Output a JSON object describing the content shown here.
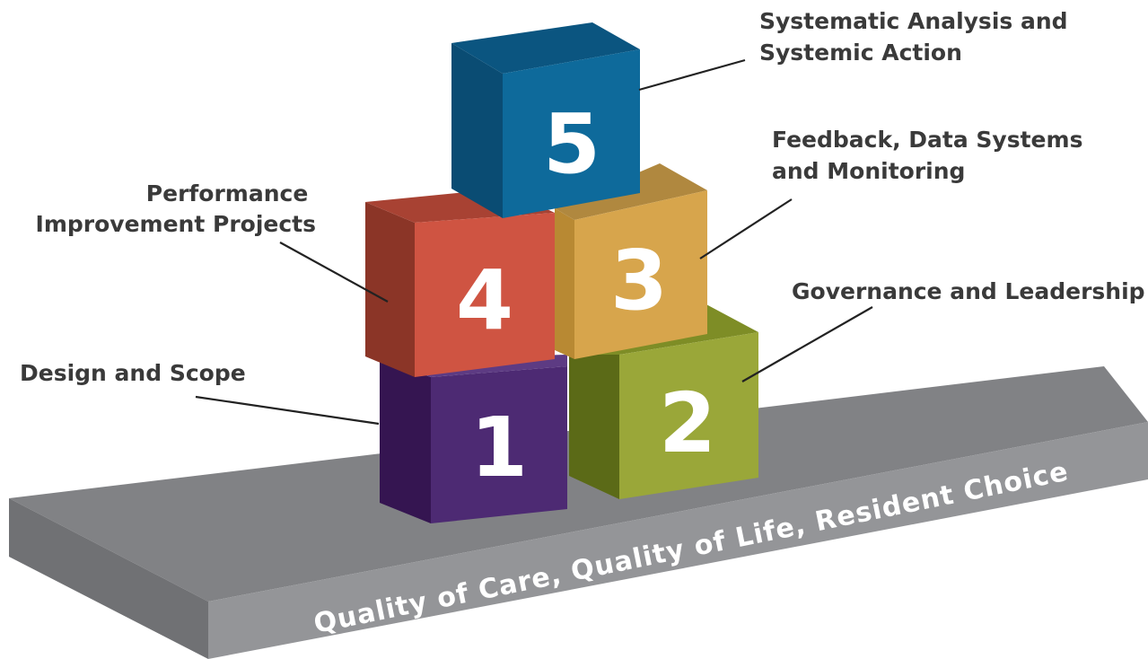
{
  "base": {
    "text": "Quality of Care, Quality of Life, Resident Choice",
    "colors": {
      "top": "#818285",
      "front": "#949598",
      "side": "#707174"
    }
  },
  "blocks": [
    {
      "number": "1",
      "label_lines": [
        "Design and Scope"
      ],
      "colors": {
        "front": "#4d2a73",
        "side": "#351551",
        "top": "#5d3b83"
      }
    },
    {
      "number": "2",
      "label_lines": [
        "Governance and Leadership"
      ],
      "colors": {
        "front": "#9aa739",
        "side": "#5b6a17",
        "top": "#7e8d26"
      }
    },
    {
      "number": "3",
      "label_lines": [
        "Feedback, Data Systems",
        "and Monitoring"
      ],
      "colors": {
        "front": "#d7a54c",
        "side": "#b88933",
        "top": "#b0883f"
      }
    },
    {
      "number": "4",
      "label_lines": [
        "Performance",
        "Improvement Projects"
      ],
      "colors": {
        "front": "#cf5442",
        "side": "#8b3527",
        "top": "#a84233"
      }
    },
    {
      "number": "5",
      "label_lines": [
        "Systematic Analysis and",
        "Systemic Action"
      ],
      "colors": {
        "front": "#0e6a9b",
        "side": "#0a4c73",
        "top": "#0b5580"
      }
    }
  ]
}
